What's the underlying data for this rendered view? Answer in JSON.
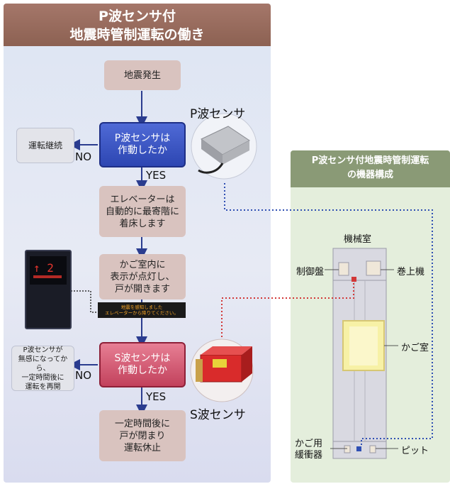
{
  "left_title": [
    "P波センサ付",
    "地震時管制運転の働き"
  ],
  "flow": {
    "quake": "地震発生",
    "p_question": "P波センサは\n作動したか",
    "continue_box": "運転継続",
    "no1": "NO",
    "yes1": "YES",
    "land": "エレベーターは\n自動的に最寄階に\n着床します",
    "display": "かご室内に\n表示が点灯し、\n戸が開きます",
    "s_question": "S波センサは\n作動したか",
    "resume_box": "P波センサが\n無感になってから、\n一定時間後に\n運転を再開",
    "no2": "NO",
    "yes2": "YES",
    "stop": "一定時間後に\n戸が閉まり\n運転休止"
  },
  "panel_display": {
    "floor": "↑ 2",
    "notice": [
      "地震を感知しました",
      "エレベーターから降りてください。"
    ]
  },
  "p_sensor_label": "P波センサ",
  "s_sensor_label": "S波センサ",
  "right_title": [
    "P波センサ付地震時管制運転",
    "の機器構成"
  ],
  "right_labels": {
    "machine_room": "機械室",
    "controller": "制御盤",
    "hoist": "巻上機",
    "car": "かご室",
    "buffer": "かご用\n緩衝器",
    "pit": "ピット"
  },
  "colors": {
    "p_sensor_line": "#2f4fb3",
    "s_sensor_line": "#d23838"
  }
}
